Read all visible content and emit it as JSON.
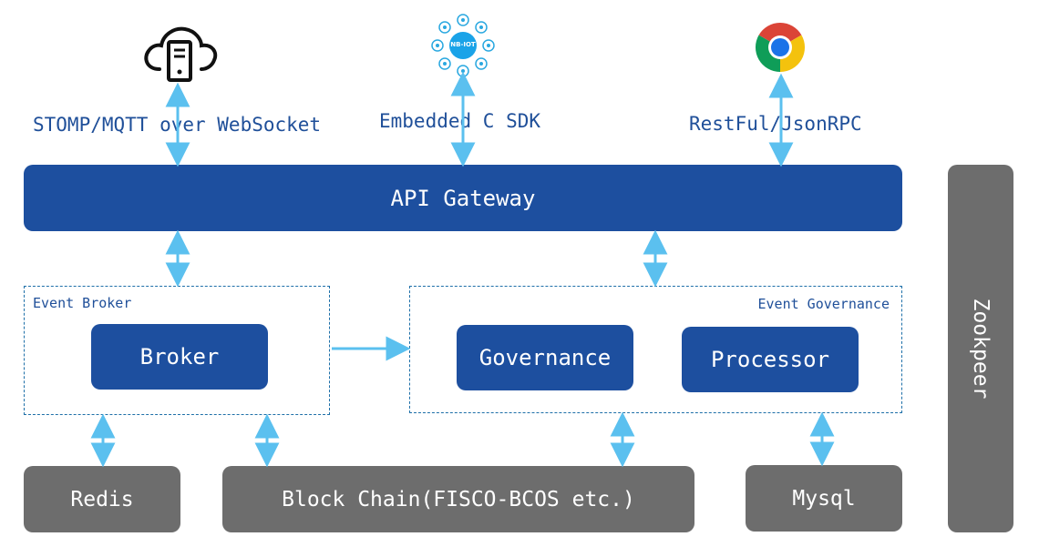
{
  "clients": {
    "websocket_label": "STOMP/MQTT over WebSocket",
    "sdk_label": "Embedded C SDK",
    "rest_label": "RestFul/JsonRPC",
    "nbiot_badge": "NB-IOT",
    "icons": [
      "cloud-server-icon",
      "nb-iot-icon",
      "chrome-browser-icon"
    ]
  },
  "gateway": {
    "label": "API Gateway"
  },
  "event_broker": {
    "group_label": "Event Broker",
    "broker_label": "Broker"
  },
  "event_governance": {
    "group_label": "Event Governance",
    "governance_label": "Governance",
    "processor_label": "Processor"
  },
  "storage": {
    "redis_label": "Redis",
    "blockchain_label": "Block Chain(FISCO-BCOS etc.)",
    "mysql_label": "Mysql"
  },
  "zookeeper": {
    "label": "Zookpeer"
  },
  "colors": {
    "primary_blue": "#1d4f9f",
    "gray": "#6d6d6d",
    "arrow": "#5bc0ef",
    "text_blue": "#1f4f99",
    "dashed_border": "#1d6fa8"
  }
}
